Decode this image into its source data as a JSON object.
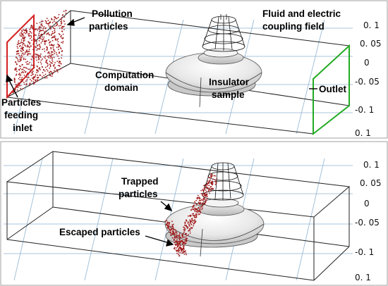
{
  "top_panel": {
    "labels": {
      "pollution": [
        "Pollution",
        "particles"
      ],
      "field": [
        "Fluid and electric",
        "coupling field"
      ],
      "domain": [
        "Computation",
        "domain"
      ],
      "insulator": [
        "Insulator",
        "sample"
      ],
      "inlet": [
        "Particles",
        "feeding",
        "inlet"
      ],
      "outlet": "Outlet"
    },
    "ticks": [
      "0. 1",
      "0. 05",
      "0",
      "-0. 05",
      "-0. 1",
      "0. 1"
    ]
  },
  "bottom_panel": {
    "labels": {
      "trapped": [
        "Trapped",
        "particles"
      ],
      "escaped": "Escaped particles"
    },
    "ticks": [
      "0. 1",
      "0. 05",
      "0",
      "-0. 05",
      "-0. 1",
      "0. 1"
    ]
  },
  "colors": {
    "particles": "#a01818",
    "inlet_border": "#d42020",
    "outlet_border": "#22aa22",
    "grid": "#7fa8c8",
    "panel_border": "#a0a0a0",
    "insulator": "#e6e6e6"
  }
}
